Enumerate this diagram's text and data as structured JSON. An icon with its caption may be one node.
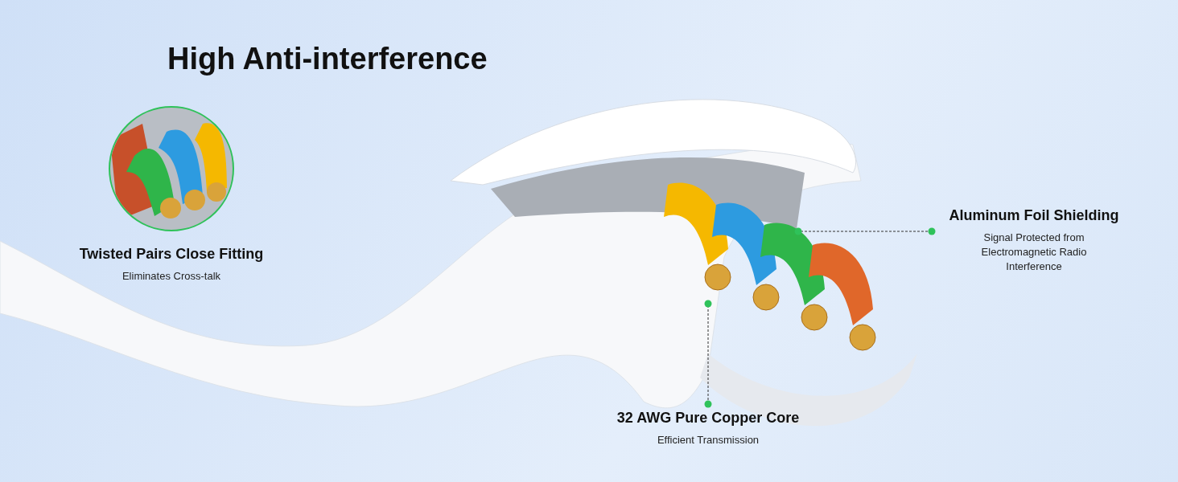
{
  "diagram": {
    "title": "High Anti-interference",
    "nodes": [
      {
        "text": [],
        "shape": "circle",
        "beside": [
          "Twisted Pairs Close Fitting",
          "Eliminates Cross-talk"
        ]
      },
      {
        "text": [
          "Aluminum Foil Shielding",
          "Signal Protected from Electromagnetic Radio Interference"
        ]
      },
      {
        "text": [
          "32 AWG Pure Copper Core",
          "Efficient Transmission"
        ]
      }
    ],
    "edges": [
      {
        "from": 1,
        "to": null,
        "arrow": "other",
        "style": "dashed"
      },
      {
        "from": 2,
        "to": null,
        "arrow": "other",
        "style": "dashed"
      }
    ]
  }
}
